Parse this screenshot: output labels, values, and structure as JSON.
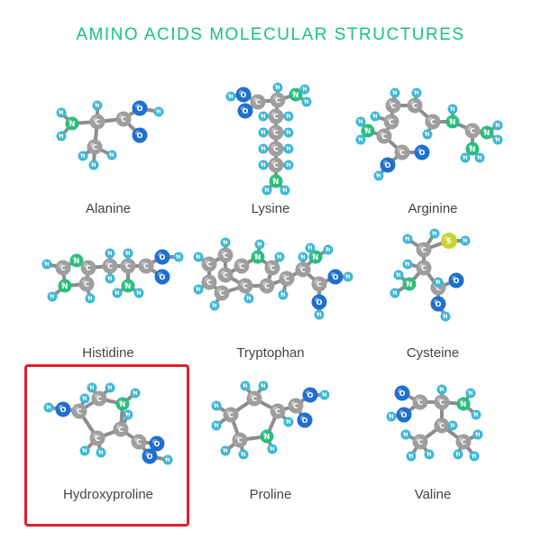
{
  "title": "AMINO ACIDS MOLECULAR STRUCTURES",
  "colors": {
    "title": "#18c08a",
    "highlight_border": "#e0202c",
    "bond": "#8d8d8d",
    "atoms": {
      "C": "#9e9e9e",
      "H": "#3fb7d6",
      "N": "#2bbd7e",
      "O": "#1f6fd0",
      "S": "#c6d630"
    }
  },
  "molecules": [
    {
      "name": "Alanine",
      "highlighted": false
    },
    {
      "name": "Lysine",
      "highlighted": false
    },
    {
      "name": "Arginine",
      "highlighted": false
    },
    {
      "name": "Histidine",
      "highlighted": false
    },
    {
      "name": "Tryptophan",
      "highlighted": false
    },
    {
      "name": "Cysteine",
      "highlighted": false
    },
    {
      "name": "Hydroxyproline",
      "highlighted": true
    },
    {
      "name": "Proline",
      "highlighted": false
    },
    {
      "name": "Valine",
      "highlighted": false
    }
  ]
}
